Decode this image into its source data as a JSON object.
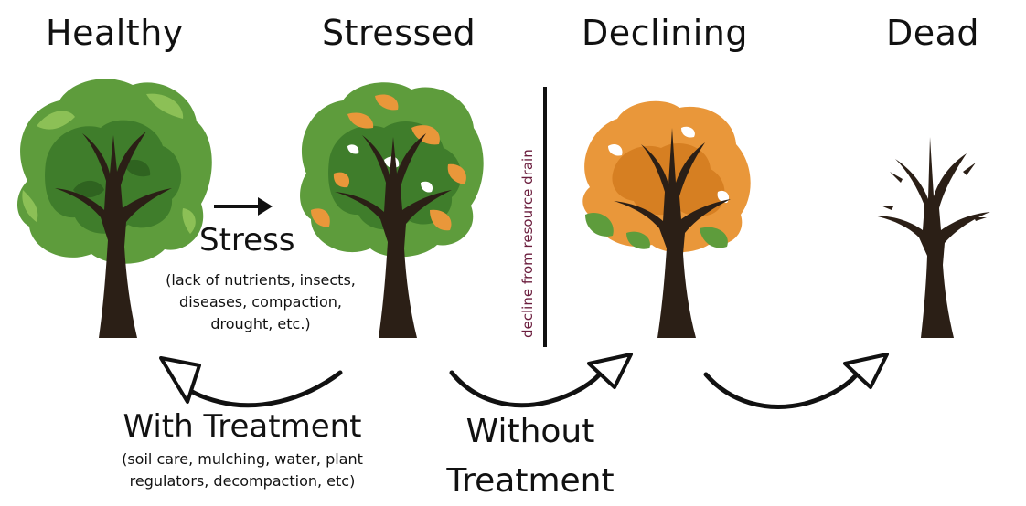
{
  "stages": [
    "Healthy",
    "Stressed",
    "Declining",
    "Dead"
  ],
  "stress": {
    "title": "Stress",
    "causes": [
      "(lack of nutrients, insects,",
      "diseases, compaction,",
      "drought, etc.)"
    ]
  },
  "resource_note": "decline from resource drain",
  "with_treatment": {
    "title": "With Treatment",
    "details": [
      "(soil care, mulching, water, plant",
      "regulators, decompaction, etc)"
    ]
  },
  "without_treatment": [
    "Without",
    "Treatment"
  ],
  "colors": {
    "leaf_dark": "#3f7d2b",
    "leaf_mid": "#5e9c3c",
    "leaf_light": "#8cc056",
    "orange": "#e9973a",
    "orange_dark": "#d67f22",
    "trunk": "#2b1f16",
    "note": "#6b1d3d"
  }
}
